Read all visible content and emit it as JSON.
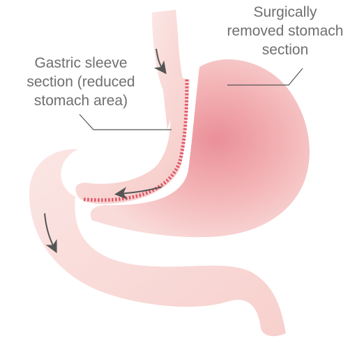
{
  "labels": {
    "removed_section": [
      "Surgically",
      "removed stomach",
      "section"
    ],
    "sleeve_section": [
      "Gastric sleeve",
      "section (reduced",
      "stomach area)"
    ]
  },
  "colors": {
    "tissue_light": "#fbe5e3",
    "tissue_mid": "#f6c9c6",
    "tissue_deep": "#ea8f98",
    "staple_line": "#e0566a",
    "arrow": "#555555",
    "leader_line": "#555555",
    "label_text": "#6f6f6f"
  },
  "icons": {
    "flow_arrow": "curved-arrow-icon"
  }
}
